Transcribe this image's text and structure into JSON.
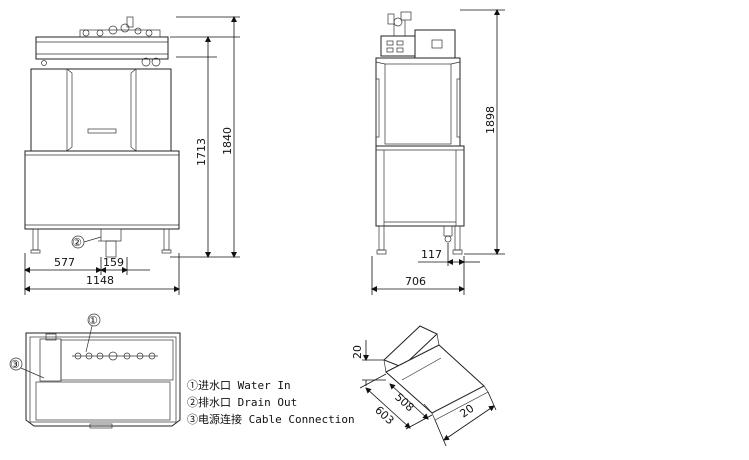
{
  "front_view": {
    "height_inner": "1713",
    "height_total": "1840",
    "width_left": "577",
    "width_right": "159",
    "width_total": "1148",
    "marker": "②"
  },
  "side_view": {
    "height_total": "1898",
    "drain_offset": "117",
    "width_total": "706"
  },
  "top_view": {
    "marker_1": "①",
    "marker_3": "③"
  },
  "table_view": {
    "dim_20_top": "20",
    "dim_508": "508",
    "dim_603": "603",
    "dim_20_bottom": "20"
  },
  "legend": [
    "①进水口 Water In",
    "②排水口 Drain Out",
    "③电源连接 Cable Connection"
  ]
}
